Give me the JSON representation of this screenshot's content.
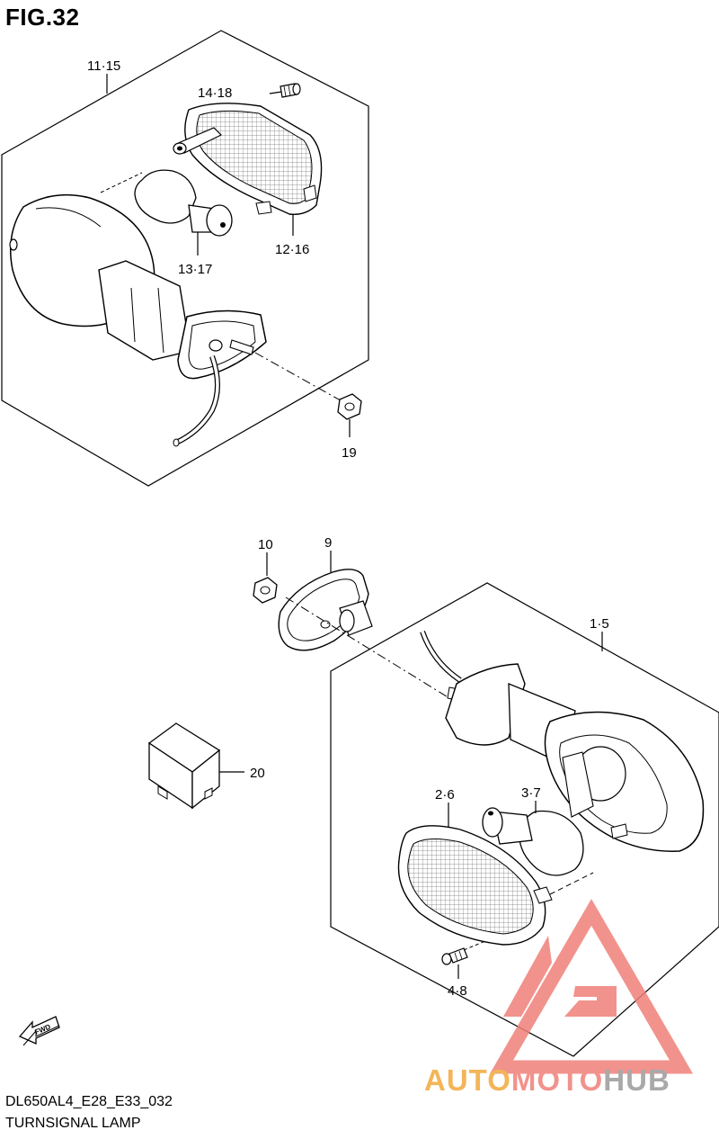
{
  "figure": {
    "title": "FIG.32",
    "model_code": "DL650AL4_E28_E33_032",
    "name": "TURNSIGNAL LAMP"
  },
  "callouts": {
    "c1": "11·15",
    "c2": "14·18",
    "c3": "12·16",
    "c4": "13·17",
    "c5": "19",
    "c6": "10",
    "c7": "9",
    "c8": "1·5",
    "c9": "20",
    "c10": "2·6",
    "c11": "3·7",
    "c12": "4·8"
  },
  "fwd_label": "FWD",
  "watermark": {
    "part1": "AUTO",
    "part2": "MOTO",
    "part3": "HUB",
    "colors": {
      "orange": "#f2a93b",
      "red": "#f07f79",
      "grey": "#9b9b9b"
    }
  }
}
